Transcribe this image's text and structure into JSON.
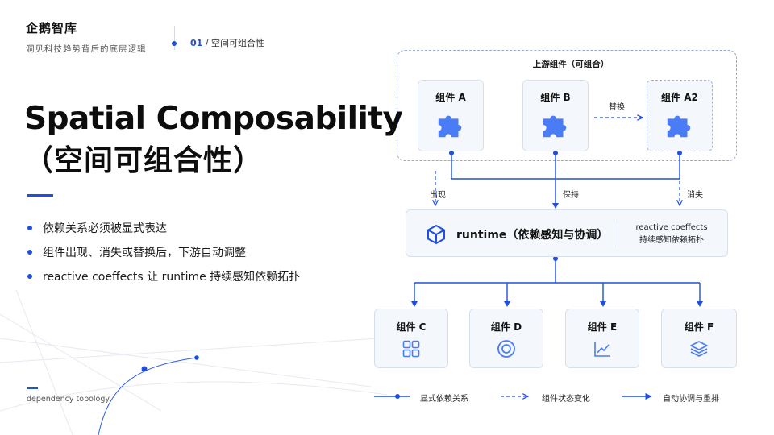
{
  "brand": {
    "name": "企鹅智库",
    "tagline": "洞见科技趋势背后的底层逻辑"
  },
  "section": {
    "number": "01",
    "separator": " / ",
    "label": "空间可组合性"
  },
  "title": {
    "main": "Spatial Composability",
    "sub": "（空间可组合性）"
  },
  "bullets": [
    "依赖关系必须被显式表达",
    "组件出现、消失或替换后，下游自动调整",
    "reactive coeffects 让 runtime 持续感知依赖拓扑"
  ],
  "footer_label": "dependency topology",
  "diagram": {
    "group_title": "上游组件（可组合）",
    "upstream": [
      {
        "label": "组件 A",
        "icon": "puzzle-icon"
      },
      {
        "label": "组件 B",
        "icon": "puzzle-icon"
      },
      {
        "label": "组件 A2",
        "icon": "puzzle-icon"
      }
    ],
    "replace_label": "替换",
    "edge_labels": {
      "appear": "出现",
      "keep": "保持",
      "disappear": "消失"
    },
    "runtime": {
      "title": "runtime（依赖感知与协调）",
      "note_line1": "reactive coeffects",
      "note_line2": "持续感知依赖拓扑",
      "icon": "cube-icon"
    },
    "downstream": [
      {
        "label": "组件 C",
        "icon": "grid-icon"
      },
      {
        "label": "组件 D",
        "icon": "target-icon"
      },
      {
        "label": "组件 E",
        "icon": "line-chart-icon"
      },
      {
        "label": "组件 F",
        "icon": "layers-icon"
      }
    ]
  },
  "legend": {
    "dependency": "显式依赖关系",
    "state_change": "组件状态变化",
    "auto_adjust": "自动协调与重排"
  },
  "colors": {
    "accent": "#1f4fe0",
    "icon": "#4a7cf5",
    "node_bg": "#f4f7fc"
  }
}
